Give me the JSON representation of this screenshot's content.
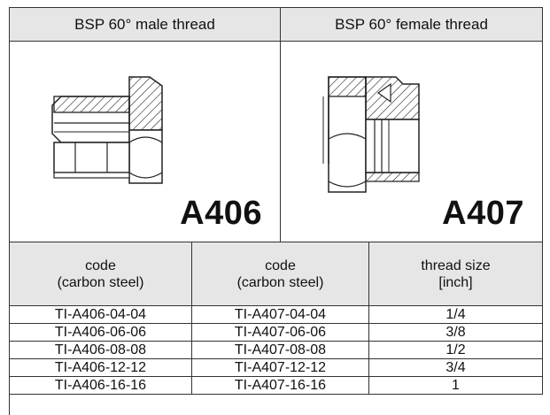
{
  "header": {
    "male_title": "BSP 60° male thread",
    "female_title": "BSP 60° female thread"
  },
  "products": {
    "male_code": "A406",
    "female_code": "A407"
  },
  "table": {
    "columns": [
      {
        "line1": "code",
        "line2": "(carbon steel)"
      },
      {
        "line1": "code",
        "line2": "(carbon steel)"
      },
      {
        "line1": "thread size",
        "line2": "[inch]"
      }
    ],
    "rows": [
      [
        "TI-A406-04-04",
        "TI-A407-04-04",
        "1/4"
      ],
      [
        "TI-A406-06-06",
        "TI-A407-06-06",
        "3/8"
      ],
      [
        "TI-A406-08-08",
        "TI-A407-08-08",
        "1/2"
      ],
      [
        "TI-A406-12-12",
        "TI-A407-12-12",
        "3/4"
      ],
      [
        "TI-A406-16-16",
        "TI-A407-16-16",
        "1"
      ]
    ]
  },
  "colors": {
    "header_bg": "#e6e6e6",
    "border": "#333333"
  }
}
